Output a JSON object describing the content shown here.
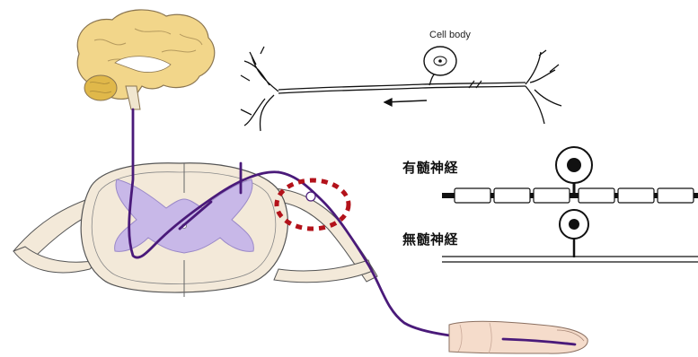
{
  "labels": {
    "cell_body": "Cell body",
    "myelinated": "有髄神経",
    "unmyelinated": "無髄神経"
  },
  "colors": {
    "nerve_path": "#4a1a7a",
    "gray_matter": "#c8b8e8",
    "cord_fill": "#f3e9d9",
    "brain": "#f2d68a",
    "highlight": "#b3121a"
  },
  "icons": [
    "brain-icon",
    "finger-icon",
    "neuron-icon",
    "cell-body-icon"
  ]
}
